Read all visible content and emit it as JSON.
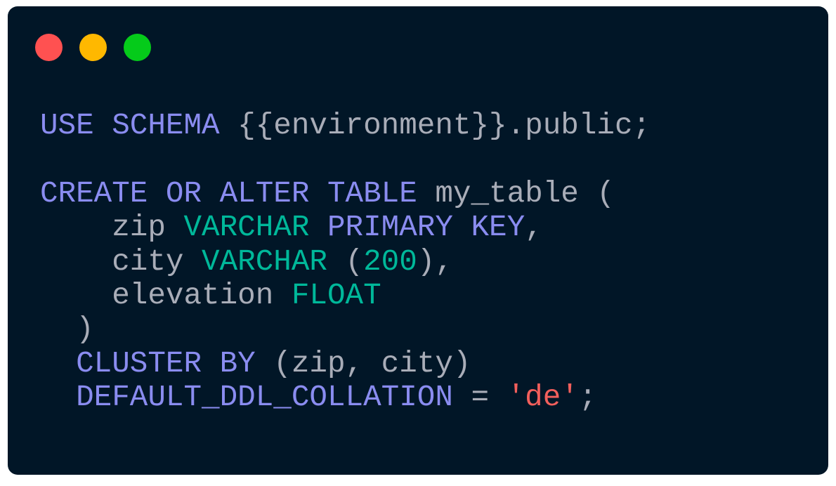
{
  "window_controls": {
    "close_color": "#ff5151",
    "minimize_color": "#ffb800",
    "maximize_color": "#05cb1a"
  },
  "colors": {
    "background": "#011627",
    "keyword": "#8a8cf0",
    "type": "#00b89a",
    "text": "#a9adb8",
    "string": "#f25f5c"
  },
  "code": {
    "lines": [
      [
        {
          "k": "kw",
          "t": "USE SCHEMA"
        },
        {
          "k": "plain",
          "t": " {{environment}}.public;"
        }
      ],
      [],
      [
        {
          "k": "kw",
          "t": "CREATE OR ALTER TABLE"
        },
        {
          "k": "plain",
          "t": " my_table ("
        }
      ],
      [
        {
          "k": "plain",
          "t": "    zip "
        },
        {
          "k": "ty",
          "t": "VARCHAR"
        },
        {
          "k": "plain",
          "t": " "
        },
        {
          "k": "kw",
          "t": "PRIMARY KEY"
        },
        {
          "k": "plain",
          "t": ","
        }
      ],
      [
        {
          "k": "plain",
          "t": "    city "
        },
        {
          "k": "ty",
          "t": "VARCHAR"
        },
        {
          "k": "plain",
          "t": " ("
        },
        {
          "k": "num",
          "t": "200"
        },
        {
          "k": "plain",
          "t": "),"
        }
      ],
      [
        {
          "k": "plain",
          "t": "    elevation "
        },
        {
          "k": "ty",
          "t": "FLOAT"
        }
      ],
      [
        {
          "k": "plain",
          "t": "  )"
        }
      ],
      [
        {
          "k": "plain",
          "t": "  "
        },
        {
          "k": "kw",
          "t": "CLUSTER BY"
        },
        {
          "k": "plain",
          "t": " (zip, city)"
        }
      ],
      [
        {
          "k": "plain",
          "t": "  "
        },
        {
          "k": "kw",
          "t": "DEFAULT_DDL_COLLATION"
        },
        {
          "k": "plain",
          "t": " = "
        },
        {
          "k": "str",
          "t": "'de'"
        },
        {
          "k": "plain",
          "t": ";"
        }
      ]
    ]
  }
}
